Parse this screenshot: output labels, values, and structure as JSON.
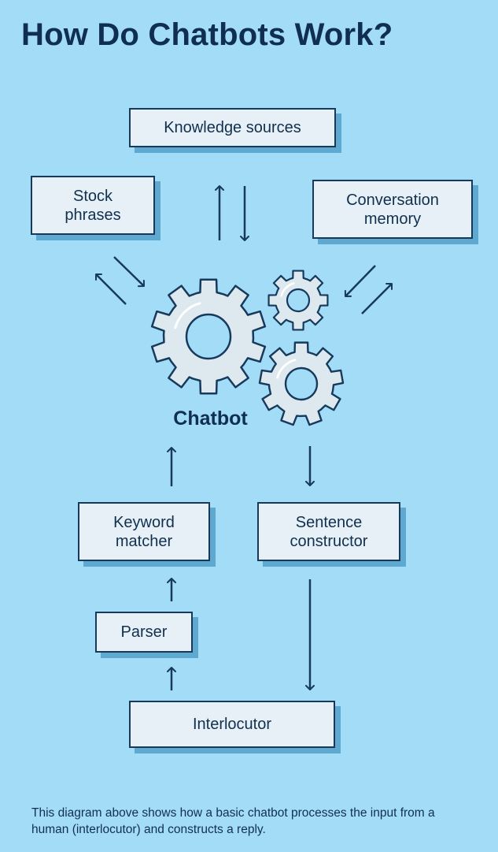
{
  "title": "How Do Chatbots Work?",
  "boxes": {
    "knowledge_sources": "Knowledge sources",
    "stock_phrases": "Stock\nphrases",
    "conversation_memory": "Conversation\nmemory",
    "keyword_matcher": "Keyword\nmatcher",
    "sentence_constructor": "Sentence\nconstructor",
    "parser": "Parser",
    "interlocutor": "Interlocutor"
  },
  "center_label": "Chatbot",
  "center_icon": "gears-icon",
  "caption": "This diagram above shows how a basic chatbot processes the input from a human (interlocutor) and constructs a reply.",
  "colors": {
    "background": "#a3dcf6",
    "box_fill": "#e6f0f6",
    "stroke": "#173a5c",
    "shadow": "#5fa8cf",
    "gear_fill": "#dde8ef"
  }
}
